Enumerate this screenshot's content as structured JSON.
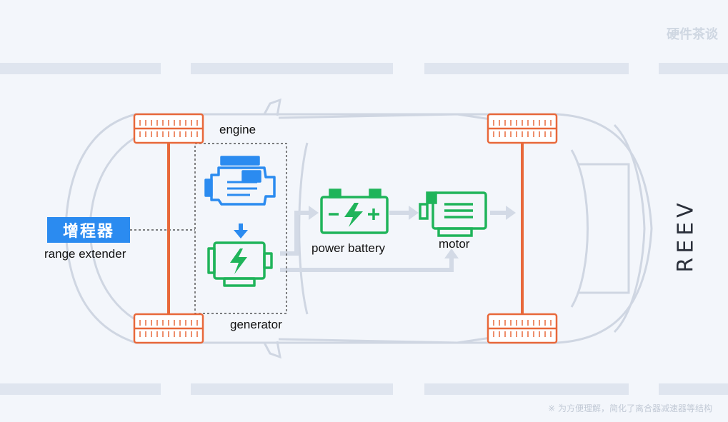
{
  "watermark": "硬件茶谈",
  "badge_text": "增程器",
  "labels": {
    "range_extender": "range extender",
    "engine": "engine",
    "generator": "generator",
    "power_battery": "power battery",
    "motor": "motor"
  },
  "side_title": "REEV",
  "footnote": "※ 为方便理解，简化了离合器减速器等结构",
  "colors": {
    "background": "#f3f6fb",
    "road_stripe": "#dfe5ef",
    "car_outline": "#cfd6e2",
    "axle": "#e8683a",
    "engine_icon": "#2b8bf0",
    "green_icon": "#1fb45a",
    "flow_arrow": "#d3dae6",
    "badge_bg": "#2b8bf0"
  }
}
